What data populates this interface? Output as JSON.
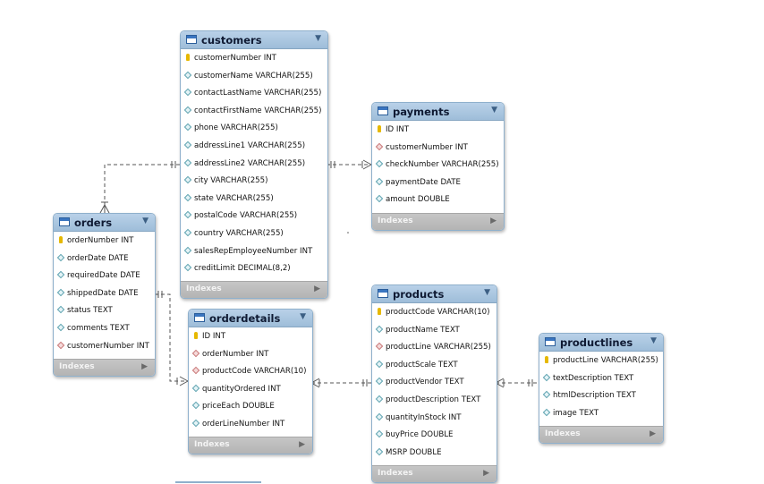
{
  "footer_label": "Indexes",
  "colors": {
    "header": "#a9c6e2",
    "footer": "#bdbdbd",
    "primary_key": "#e6b800",
    "foreign_key": "#c97a7a",
    "column": "#5fa3b0",
    "line": "#555555"
  },
  "tables": {
    "customers": {
      "name": "customers",
      "columns": [
        {
          "label": "customerNumber INT",
          "icon": "primary-key-icon"
        },
        {
          "label": "customerName VARCHAR(255)",
          "icon": "column-icon"
        },
        {
          "label": "contactLastName VARCHAR(255)",
          "icon": "column-icon"
        },
        {
          "label": "contactFirstName VARCHAR(255)",
          "icon": "column-icon"
        },
        {
          "label": "phone VARCHAR(255)",
          "icon": "column-icon"
        },
        {
          "label": "addressLine1 VARCHAR(255)",
          "icon": "column-icon"
        },
        {
          "label": "addressLine2 VARCHAR(255)",
          "icon": "column-icon"
        },
        {
          "label": "city VARCHAR(255)",
          "icon": "column-icon"
        },
        {
          "label": "state VARCHAR(255)",
          "icon": "column-icon"
        },
        {
          "label": "postalCode VARCHAR(255)",
          "icon": "column-icon"
        },
        {
          "label": "country VARCHAR(255)",
          "icon": "column-icon"
        },
        {
          "label": "salesRepEmployeeNumber INT",
          "icon": "column-icon"
        },
        {
          "label": "creditLimit DECIMAL(8,2)",
          "icon": "column-icon"
        }
      ]
    },
    "payments": {
      "name": "payments",
      "columns": [
        {
          "label": "ID INT",
          "icon": "primary-key-icon"
        },
        {
          "label": "customerNumber INT",
          "icon": "foreign-key-icon"
        },
        {
          "label": "checkNumber VARCHAR(255)",
          "icon": "column-icon"
        },
        {
          "label": "paymentDate DATE",
          "icon": "column-icon"
        },
        {
          "label": "amount DOUBLE",
          "icon": "column-icon"
        }
      ]
    },
    "orders": {
      "name": "orders",
      "columns": [
        {
          "label": "orderNumber INT",
          "icon": "primary-key-icon"
        },
        {
          "label": "orderDate DATE",
          "icon": "column-icon"
        },
        {
          "label": "requiredDate DATE",
          "icon": "column-icon"
        },
        {
          "label": "shippedDate DATE",
          "icon": "column-icon"
        },
        {
          "label": "status TEXT",
          "icon": "column-icon"
        },
        {
          "label": "comments TEXT",
          "icon": "column-icon"
        },
        {
          "label": "customerNumber INT",
          "icon": "foreign-key-icon"
        }
      ]
    },
    "orderdetails": {
      "name": "orderdetails",
      "columns": [
        {
          "label": "ID INT",
          "icon": "primary-key-icon"
        },
        {
          "label": "orderNumber INT",
          "icon": "foreign-key-icon"
        },
        {
          "label": "productCode VARCHAR(10)",
          "icon": "foreign-key-icon"
        },
        {
          "label": "quantityOrdered INT",
          "icon": "column-icon"
        },
        {
          "label": "priceEach DOUBLE",
          "icon": "column-icon"
        },
        {
          "label": "orderLineNumber INT",
          "icon": "column-icon"
        }
      ]
    },
    "products": {
      "name": "products",
      "columns": [
        {
          "label": "productCode VARCHAR(10)",
          "icon": "primary-key-icon"
        },
        {
          "label": "productName TEXT",
          "icon": "column-icon"
        },
        {
          "label": "productLine VARCHAR(255)",
          "icon": "foreign-key-icon"
        },
        {
          "label": "productScale TEXT",
          "icon": "column-icon"
        },
        {
          "label": "productVendor TEXT",
          "icon": "column-icon"
        },
        {
          "label": "productDescription TEXT",
          "icon": "column-icon"
        },
        {
          "label": "quantityInStock INT",
          "icon": "column-icon"
        },
        {
          "label": "buyPrice DOUBLE",
          "icon": "column-icon"
        },
        {
          "label": "MSRP DOUBLE",
          "icon": "column-icon"
        }
      ]
    },
    "productlines": {
      "name": "productlines",
      "columns": [
        {
          "label": "productLine VARCHAR(255)",
          "icon": "primary-key-icon"
        },
        {
          "label": "textDescription TEXT",
          "icon": "column-icon"
        },
        {
          "label": "htmlDescription TEXT",
          "icon": "column-icon"
        },
        {
          "label": "image TEXT",
          "icon": "column-icon"
        }
      ]
    }
  }
}
